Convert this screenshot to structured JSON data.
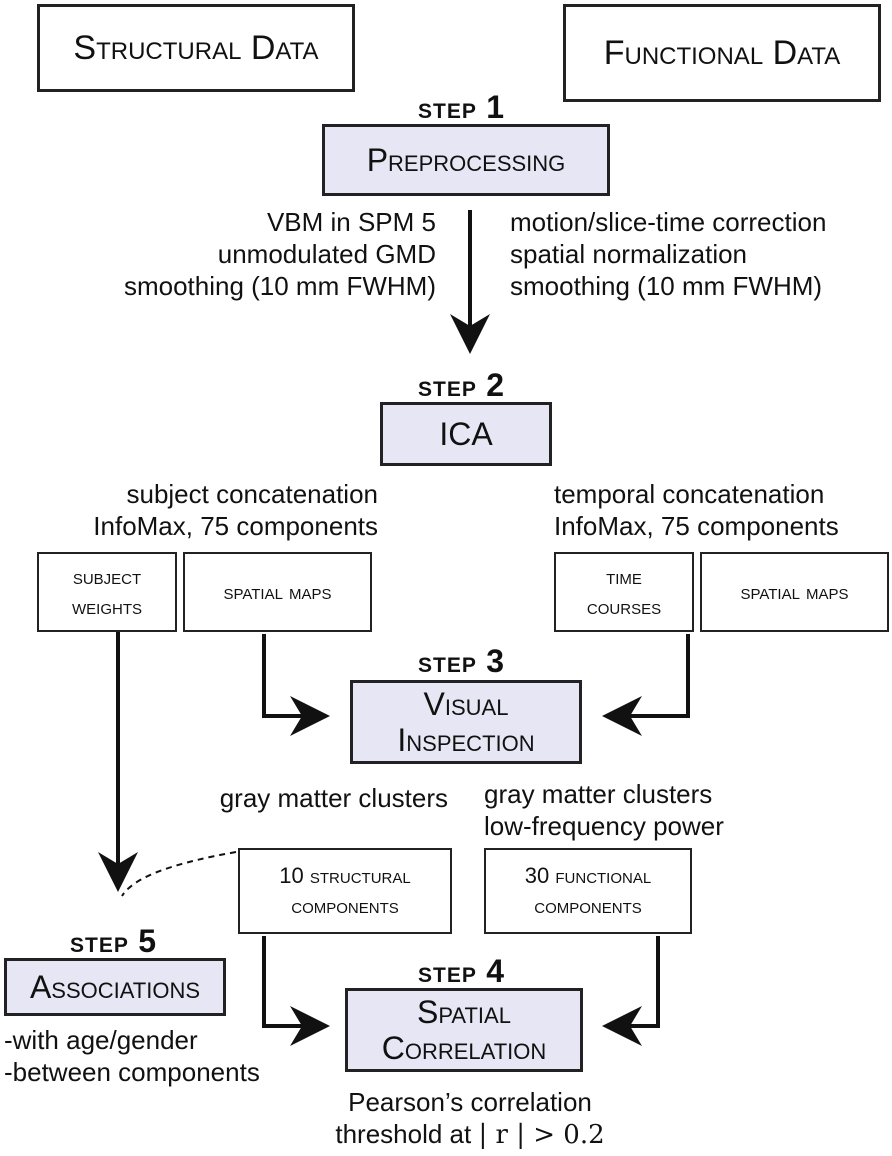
{
  "data_sources": {
    "structural": "Structural Data",
    "functional": "Functional Data"
  },
  "step_word": "step",
  "step1": {
    "number": "1",
    "title": "Preprocessing",
    "structural_notes": [
      "VBM in SPM 5",
      "unmodulated GMD",
      "smoothing (10 mm FWHM)"
    ],
    "functional_notes": [
      "motion/slice-time correction",
      "spatial normalization",
      "smoothing (10 mm FWHM)"
    ]
  },
  "step2": {
    "number": "2",
    "title": "ICA",
    "structural_notes": [
      "subject concatenation",
      "InfoMax, 75 components"
    ],
    "functional_notes": [
      "temporal concatenation",
      "InfoMax, 75 components"
    ],
    "structural_outputs": {
      "weights": [
        "subject",
        "weights"
      ],
      "maps": "spatial maps"
    },
    "functional_outputs": {
      "courses": [
        "time",
        "courses"
      ],
      "maps": "spatial maps"
    }
  },
  "step3": {
    "number": "3",
    "title": [
      "Visual",
      "Inspection"
    ],
    "structural_notes": [
      "gray matter clusters"
    ],
    "functional_notes": [
      "gray matter clusters",
      "low-frequency power"
    ],
    "structural_components": [
      "10 structural",
      "components"
    ],
    "functional_components": [
      "30 functional",
      "components"
    ]
  },
  "step4": {
    "number": "4",
    "title": [
      "Spatial",
      "Correlation"
    ],
    "notes_line1": "Pearson’s correlation",
    "notes_line2_prefix": "threshold at",
    "threshold_formula": "| r | > 0.2"
  },
  "step5": {
    "number": "5",
    "title": "Associations",
    "notes": [
      "-with age/gender",
      "-between components"
    ]
  }
}
